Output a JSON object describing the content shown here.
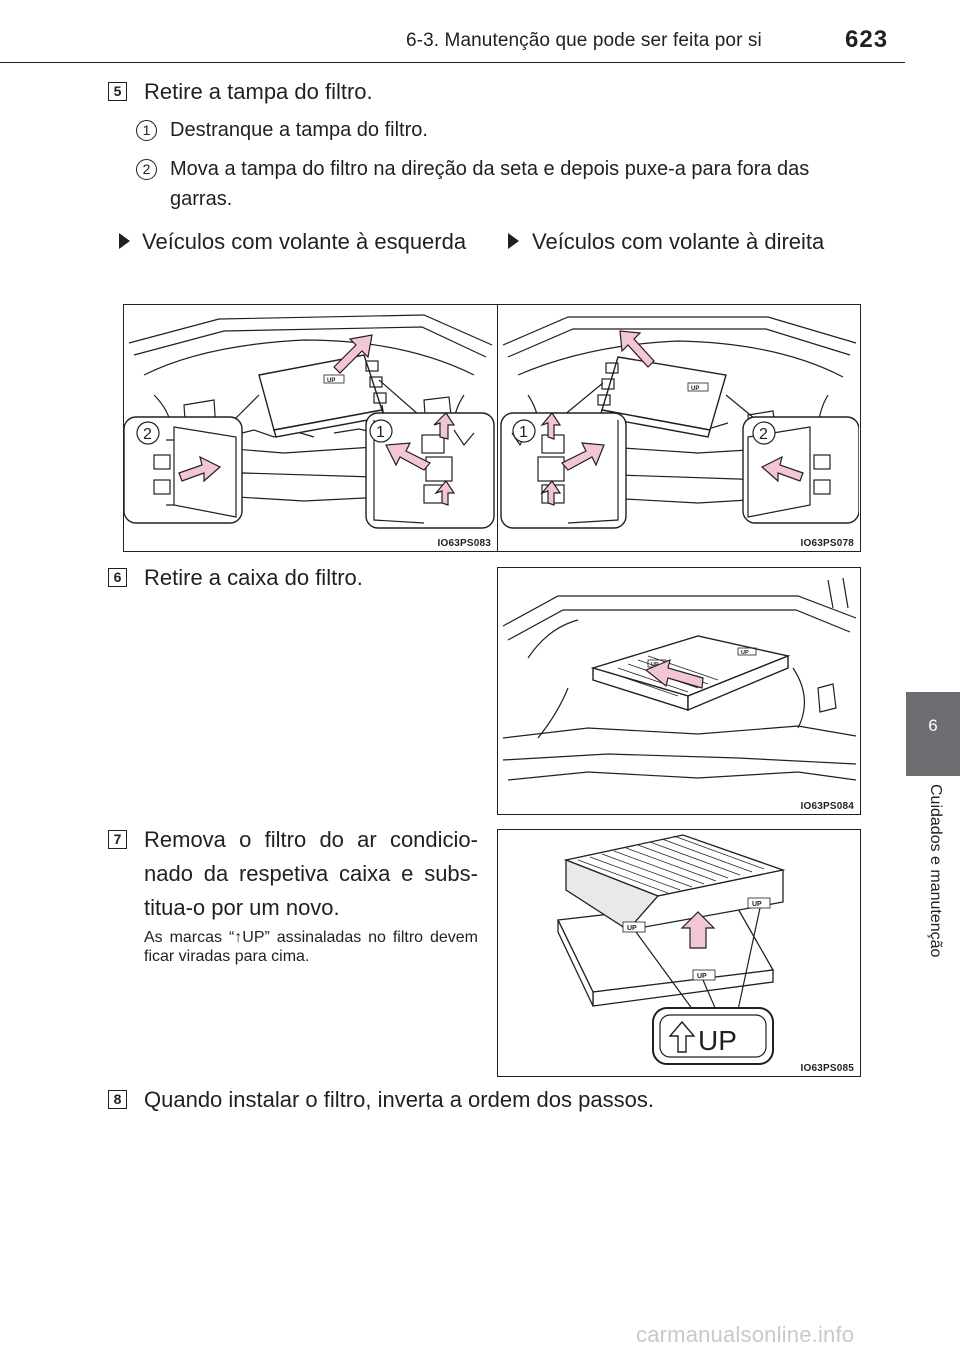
{
  "header": {
    "title": "6-3. Manutenção que pode ser feita por si",
    "page_number": "623"
  },
  "side_tab": {
    "chapter_number": "6",
    "chapter_label": "Cuidados e manutenção"
  },
  "steps": [
    {
      "number": "5",
      "text": "Retire a tampa do filtro.",
      "substeps": [
        {
          "number": "1",
          "text": "Destranque a tampa do filtro."
        },
        {
          "number": "2",
          "text": "Mova a tampa do filtro na direção da seta e depois puxe-a para fora das garras."
        }
      ],
      "variants": [
        {
          "label": "Veículos com volante à esquerda",
          "figure_code": "IO63PS083"
        },
        {
          "label": "Veículos com volante à direita",
          "figure_code": "IO63PS078"
        }
      ]
    },
    {
      "number": "6",
      "text": "Retire a caixa do filtro.",
      "figure_code": "IO63PS084"
    },
    {
      "number": "7",
      "text": "Remova o filtro do ar condicio-nado da respetiva caixa e subs-titua-o por um novo.",
      "note": "As marcas “↑UP” assinaladas no filtro devem ficar viradas para cima.",
      "figure_code": "IO63PS085",
      "callout_label": "UP",
      "filter_marking": "UP"
    },
    {
      "number": "8",
      "text": "Quando instalar o filtro, inverta a ordem dos passos."
    }
  ],
  "figure_callouts": {
    "one": "1",
    "two": "2"
  },
  "watermark": "carmanualsonline.info",
  "colors": {
    "text": "#231f20",
    "arrow_fill": "#f2c6d6",
    "side_tab": "#6d6e71"
  }
}
